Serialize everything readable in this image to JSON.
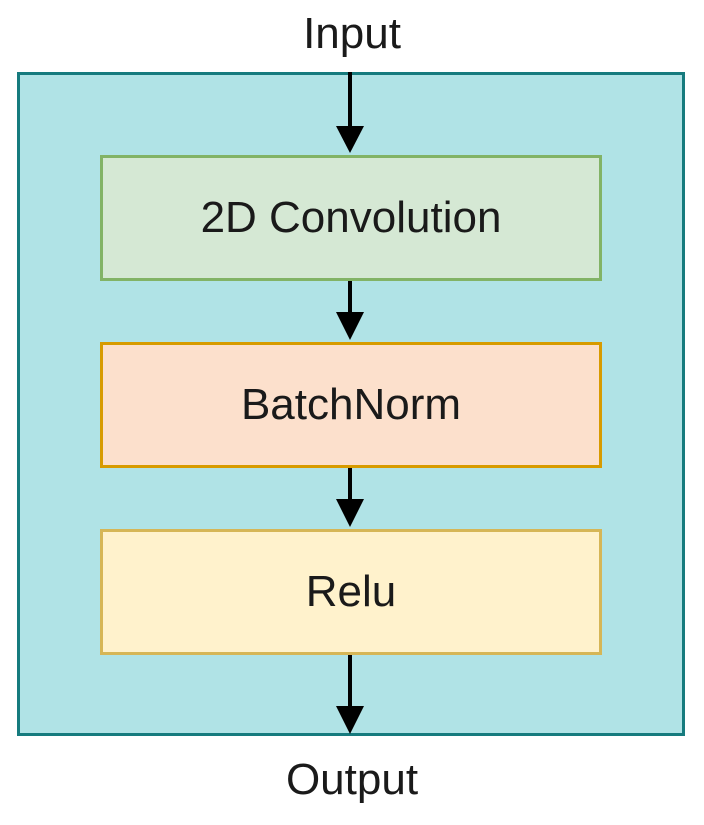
{
  "diagram": {
    "input_label": "Input",
    "output_label": "Output",
    "container": {
      "fill": "#b0e3e6",
      "border": "#167b7e"
    },
    "blocks": [
      {
        "label": "2D Convolution",
        "fill": "#d5e8d4",
        "border": "#82b366"
      },
      {
        "label": "BatchNorm",
        "fill": "#fce0cc",
        "border": "#d79b00"
      },
      {
        "label": "Relu",
        "fill": "#fff2cc",
        "border": "#d6b656"
      }
    ],
    "arrow_color": "#000000"
  }
}
